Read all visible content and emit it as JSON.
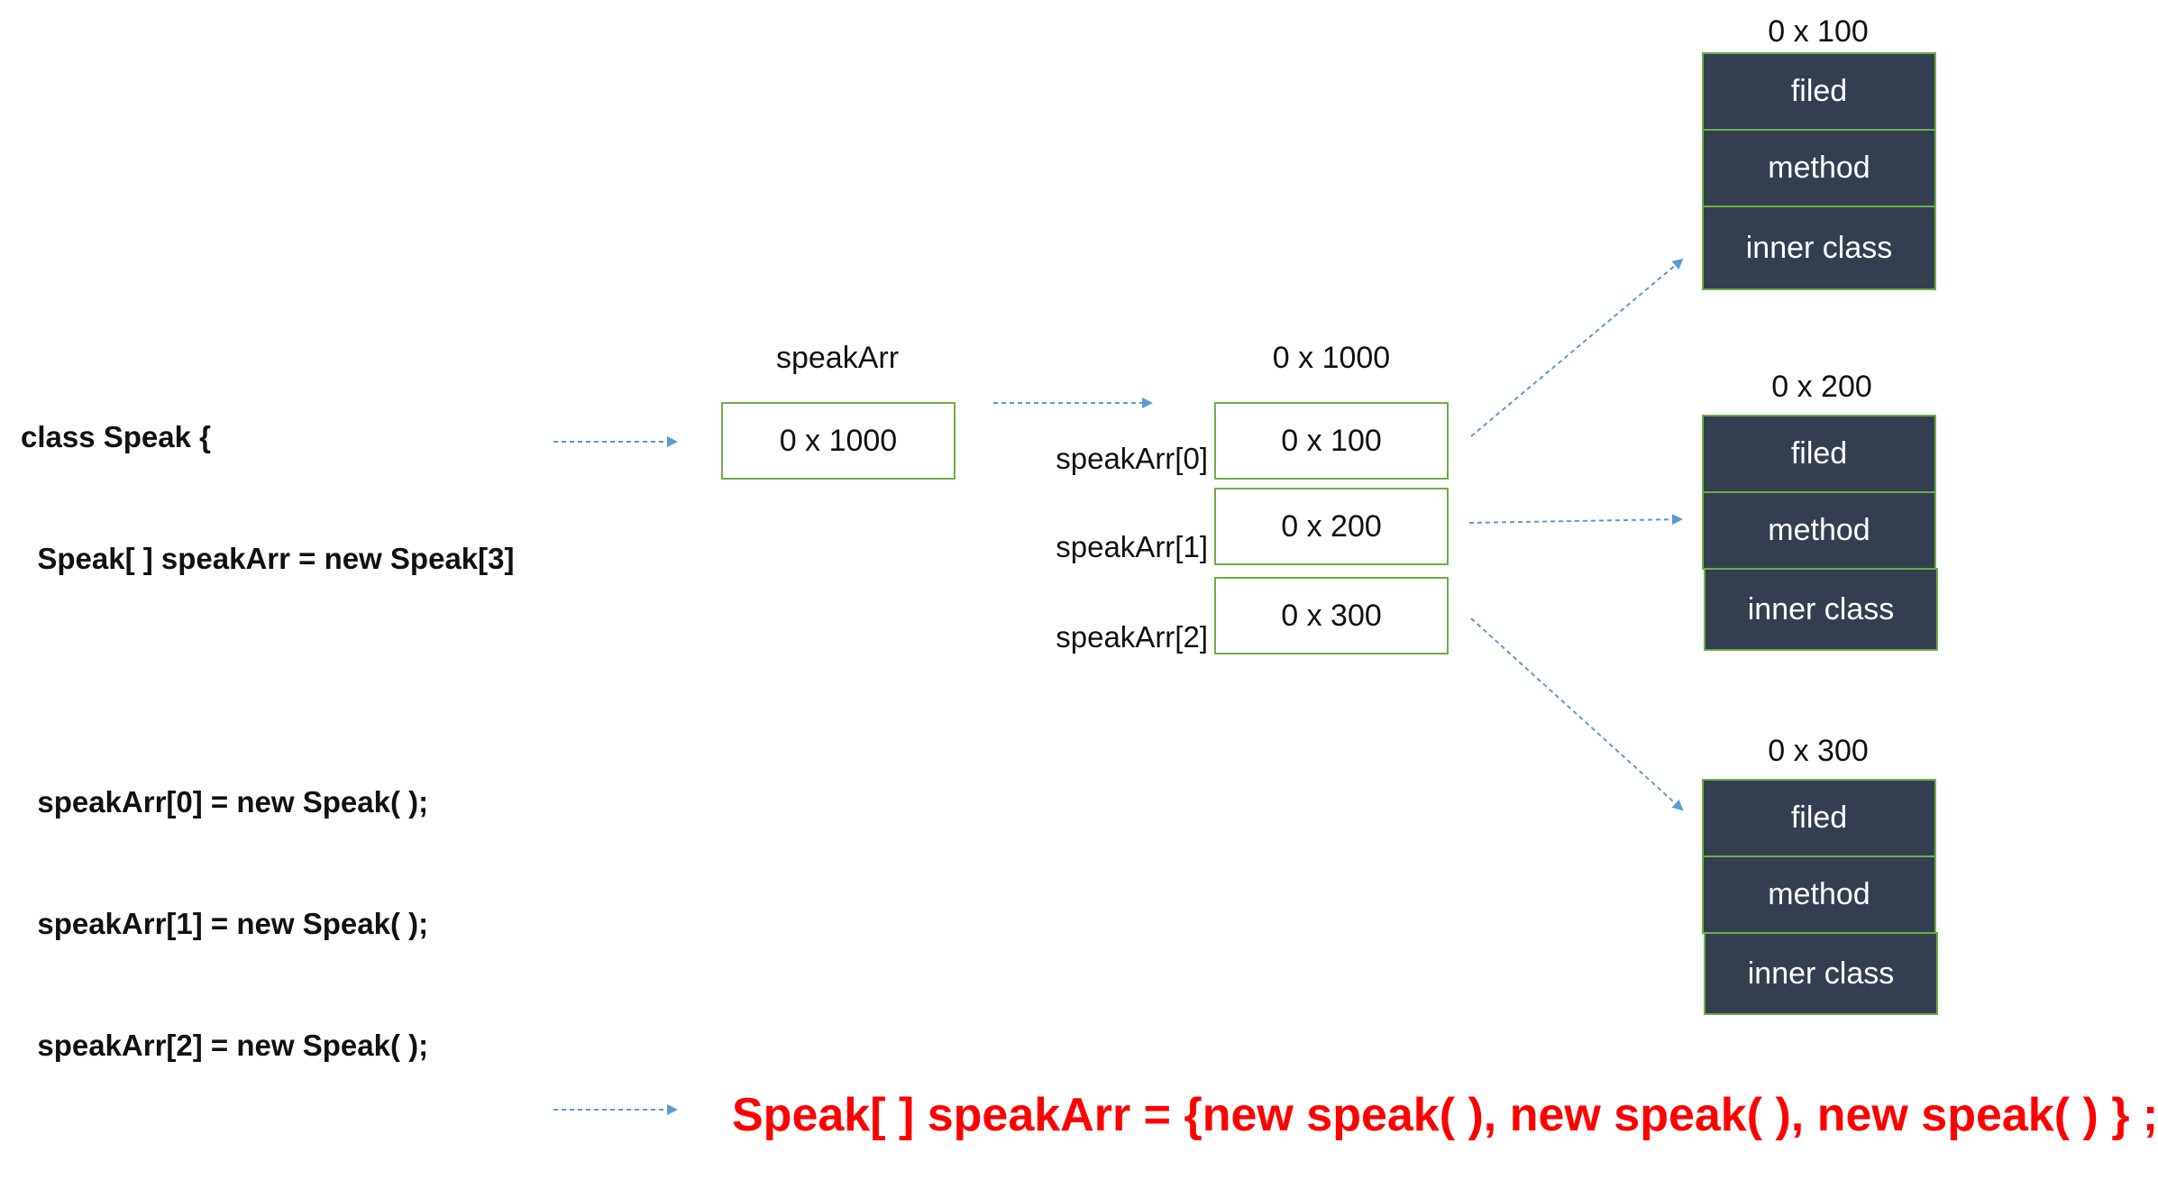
{
  "code": {
    "lines": [
      "class Speak {",
      "  Speak[ ] speakArr = new Speak[3]",
      "",
      "  speakArr[0] = new Speak( );",
      "  speakArr[1] = new Speak( );",
      "  speakArr[2] = new Speak( );"
    ]
  },
  "reference": {
    "name": "speakArr",
    "value": "0 x 1000"
  },
  "array": {
    "address": "0 x 1000",
    "slots": [
      {
        "index_label": "speakArr[0]",
        "value": "0 x 100"
      },
      {
        "index_label": "speakArr[1]",
        "value": "0 x 200"
      },
      {
        "index_label": "speakArr[2]",
        "value": "0 x 300"
      }
    ]
  },
  "objects": [
    {
      "address": "0 x 100",
      "members": [
        "filed",
        "method",
        "inner class"
      ]
    },
    {
      "address": "0 x 200",
      "members": [
        "filed",
        "method",
        "inner class"
      ]
    },
    {
      "address": "0 x 300",
      "members": [
        "filed",
        "method",
        "inner class"
      ]
    }
  ],
  "shorthand": "Speak[ ] speakArr = {new speak( ), new speak( ), new speak( ) } ;",
  "colors": {
    "box_border": "#70ad47",
    "object_fill": "#333f50",
    "arrow": "#5b9bd5",
    "shorthand_text": "#ff0000"
  }
}
